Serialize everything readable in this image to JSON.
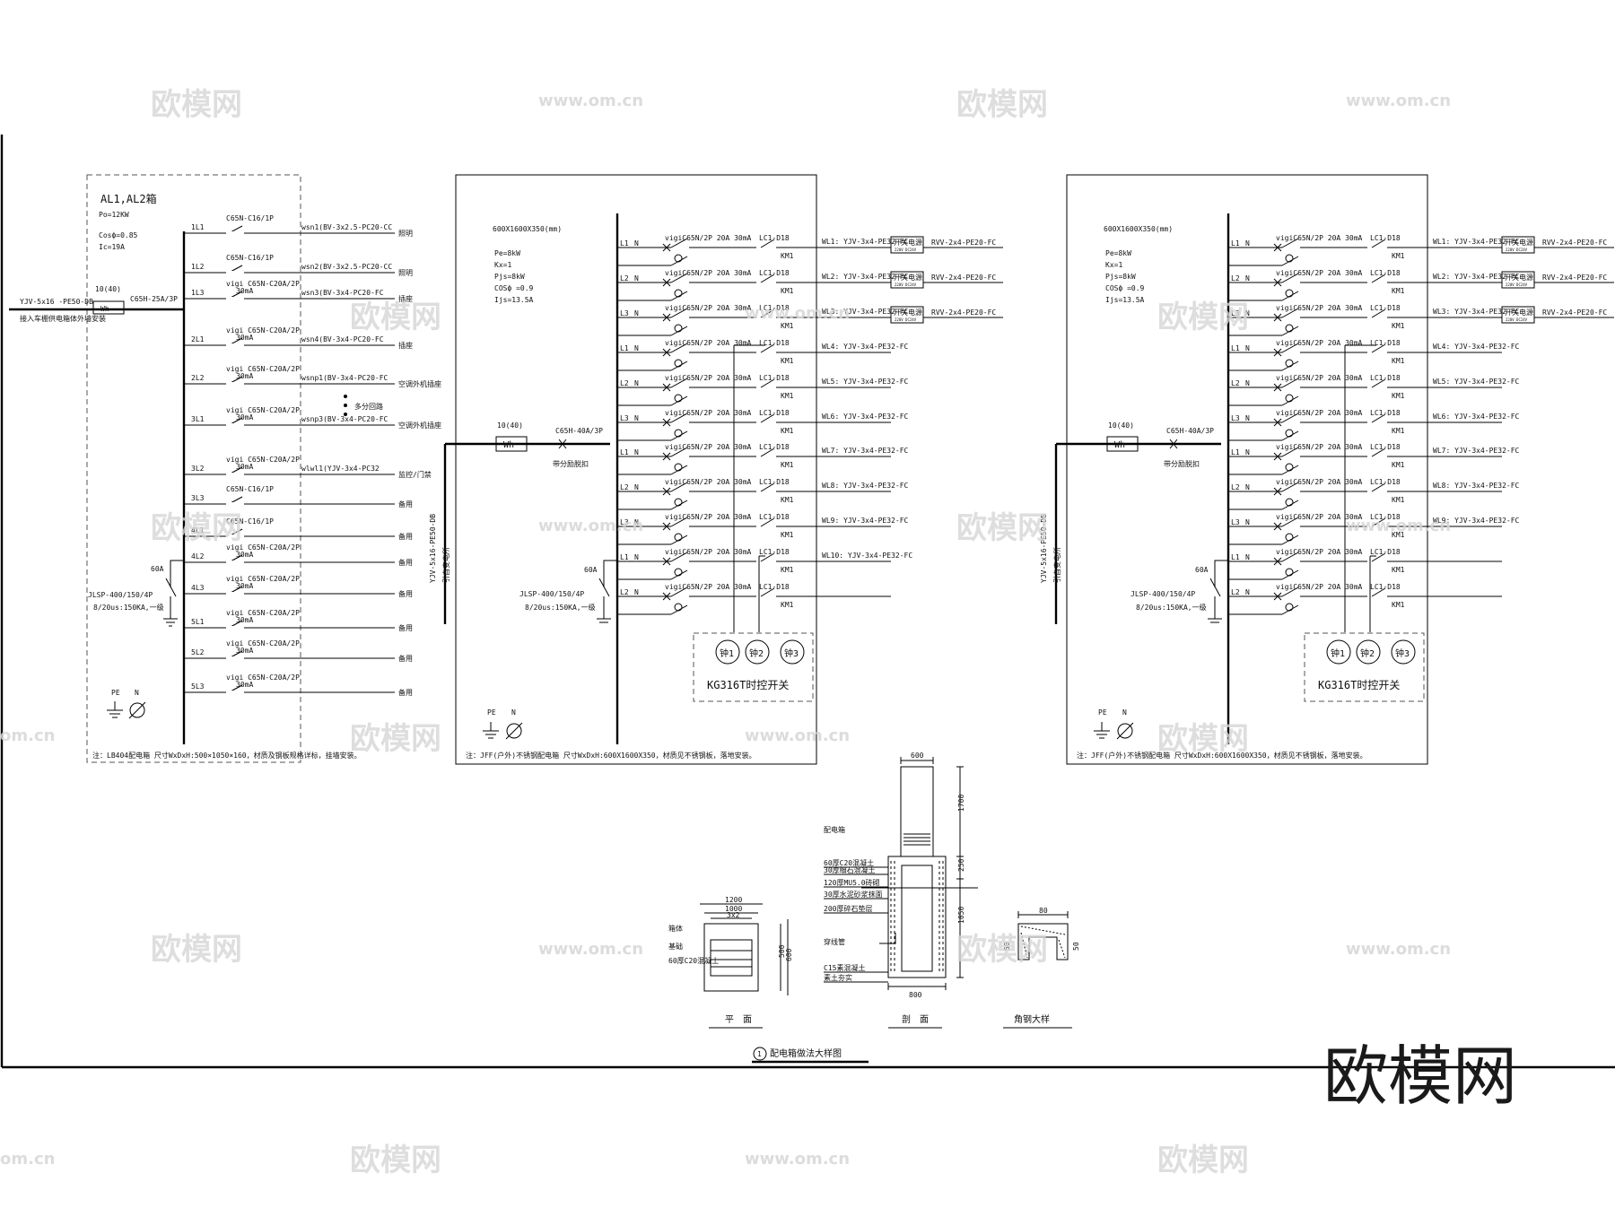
{
  "watermarks": {
    "logo_text": "欧模网",
    "url_text": "www.om.cn",
    "url_partial": "om.cn",
    "brand": "欧模网"
  },
  "panel1": {
    "title": "AL1,AL2箱",
    "params": [
      "Po=12KW",
      "Cosф=0.85",
      "Ic=19A"
    ],
    "incoming_cable": "YJV-5x16 -PE50-DB",
    "incoming_note": "接入车棚供电箱体外墙安装",
    "meter": "Wh",
    "meter_rating": "10(40)",
    "main_breaker": "C65H-25A/3P",
    "spd_rating": "60A",
    "spd_model": "JLSP-400/150/4P",
    "spd_spec": "8/20us:150KA,一级",
    "pe": "PE",
    "n": "N",
    "footer": "注：LB404配电箱 尺寸WxDxH:500×1050×160，材质及钢板规格详标，挂墙安装。",
    "circuits": [
      {
        "phase": "1L1",
        "breaker": "C65N-C16/1P",
        "rcd": "",
        "cable": "wsn1(BV-3x2.5-PC20-CC",
        "load": "照明"
      },
      {
        "phase": "1L2",
        "breaker": "C65N-C16/1P",
        "rcd": "",
        "cable": "wsn2(BV-3x2.5-PC20-CC",
        "load": "照明"
      },
      {
        "phase": "1L3",
        "breaker": "vigi C65N-C20A/2P",
        "rcd": "30mA",
        "cable": "wsn3(BV-3x4-PC20-FC",
        "load": "插座"
      },
      {
        "phase": "2L1",
        "breaker": "vigi C65N-C20A/2P",
        "rcd": "30mA",
        "cable": "wsn4(BV-3x4-PC20-FC",
        "load": "插座"
      },
      {
        "phase": "2L2",
        "breaker": "vigi C65N-C20A/2P",
        "rcd": "30mA",
        "cable": "wsnp1(BV-3x4-PC20-FC",
        "load": "空调外机插座"
      },
      {
        "phase": "3L1",
        "breaker": "vigi C65N-C20A/2P",
        "rcd": "30mA",
        "cable": "wsnp3(BV-3x4-PC20-FC",
        "load": "空调外机插座"
      },
      {
        "phase": "3L2",
        "breaker": "vigi C65N-C20A/2P",
        "rcd": "30mA",
        "cable": "wlwl1(YJV-3x4-PC32",
        "load": "监控/门禁"
      },
      {
        "phase": "3L3",
        "breaker": "C65N-C16/1P",
        "rcd": "",
        "cable": "",
        "load": "备用"
      },
      {
        "phase": "4L1",
        "breaker": "C65N-C16/1P",
        "rcd": "",
        "cable": "",
        "load": "备用"
      },
      {
        "phase": "4L2",
        "breaker": "vigi C65N-C20A/2P",
        "rcd": "30mA",
        "cable": "",
        "load": "备用"
      },
      {
        "phase": "4L3",
        "breaker": "vigi C65N-C20A/2P",
        "rcd": "30mA",
        "cable": "",
        "load": "备用"
      },
      {
        "phase": "5L1",
        "breaker": "vigi C65N-C20A/2P",
        "rcd": "30mA",
        "cable": "",
        "load": "备用"
      },
      {
        "phase": "5L2",
        "breaker": "vigi C65N-C20A/2P",
        "rcd": "30mA",
        "cable": "",
        "load": "备用"
      },
      {
        "phase": "5L3",
        "breaker": "vigi C65N-C20A/2P",
        "rcd": "30mA",
        "cable": "",
        "load": "备用"
      }
    ],
    "more_note": "多分回路"
  },
  "panel2": {
    "dims": "600X1600X350(mm)",
    "params": [
      "Pe=8kW",
      "Kx=1",
      "Pjs=8kW",
      "COSф =0.9",
      "Ijs=13.5A"
    ],
    "incoming": "YJV-5x16-PE50-DB",
    "incoming_sub": "引自变电所",
    "meter": "Wh",
    "meter_rating": "10(40)",
    "main_breaker": "C65H-40A/3P",
    "main_note": "带分励脱扣",
    "spd_rating": "60A",
    "spd_model": "JLSP-400/150/4P",
    "spd_spec": "8/20us:150KA,一级",
    "pe": "PE",
    "n": "N",
    "timer_labels": [
      "钟1",
      "钟2",
      "钟3"
    ],
    "timer_title": "KG316T时控开关",
    "footer": "注：JFF(户外)不锈钢配电箱 尺寸WxDxH:600X1600X350，材质见不锈钢板，落地安装。",
    "switch_box_title": "开关电源",
    "switch_box_sub": "220V  DC24V",
    "circuits": [
      {
        "phase": "L1",
        "n": "N",
        "breaker": "vigiC65N/2P 20A 30mA",
        "contactor": "LC1-D18",
        "km": "KM1",
        "cable": "WL1: YJV-3x4-PE32-FC",
        "psu": true,
        "out": "RVV-2x4-PE20-FC"
      },
      {
        "phase": "L2",
        "n": "N",
        "breaker": "vigiC65N/2P 20A 30mA",
        "contactor": "LC1-D18",
        "km": "KM1",
        "cable": "WL2: YJV-3x4-PE32-FC",
        "psu": true,
        "out": "RVV-2x4-PE20-FC"
      },
      {
        "phase": "L3",
        "n": "N",
        "breaker": "vigiC65N/2P 20A 30mA",
        "contactor": "LC1-D18",
        "km": "KM1",
        "cable": "WL3: YJV-3x4-PE32-FC",
        "psu": true,
        "out": "RVV-2x4-PE20-FC"
      },
      {
        "phase": "L1",
        "n": "N",
        "breaker": "vigiC65N/2P 20A 30mA",
        "contactor": "LC1-D18",
        "km": "KM1",
        "cable": "WL4: YJV-3x4-PE32-FC",
        "psu": false,
        "out": ""
      },
      {
        "phase": "L2",
        "n": "N",
        "breaker": "vigiC65N/2P 20A 30mA",
        "contactor": "LC1-D18",
        "km": "KM1",
        "cable": "WL5: YJV-3x4-PE32-FC",
        "psu": false,
        "out": ""
      },
      {
        "phase": "L3",
        "n": "N",
        "breaker": "vigiC65N/2P 20A 30mA",
        "contactor": "LC1-D18",
        "km": "KM1",
        "cable": "WL6: YJV-3x4-PE32-FC",
        "psu": false,
        "out": ""
      },
      {
        "phase": "L1",
        "n": "N",
        "breaker": "vigiC65N/2P 20A 30mA",
        "contactor": "LC1-D18",
        "km": "KM1",
        "cable": "WL7: YJV-3x4-PE32-FC",
        "psu": false,
        "out": ""
      },
      {
        "phase": "L2",
        "n": "N",
        "breaker": "vigiC65N/2P 20A 30mA",
        "contactor": "LC1-D18",
        "km": "KM1",
        "cable": "WL8: YJV-3x4-PE32-FC",
        "psu": false,
        "out": ""
      },
      {
        "phase": "L3",
        "n": "N",
        "breaker": "vigiC65N/2P 20A 30mA",
        "contactor": "LC1-D18",
        "km": "KM1",
        "cable": "WL9: YJV-3x4-PE32-FC",
        "psu": false,
        "out": ""
      },
      {
        "phase": "L1",
        "n": "N",
        "breaker": "vigiC65N/2P 20A 30mA",
        "contactor": "LC1-D18",
        "km": "KM1",
        "cable": "WL10: YJV-3x4-PE32-FC",
        "psu": false,
        "out": ""
      },
      {
        "phase": "L2",
        "n": "N",
        "breaker": "vigiC65N/2P 20A 30mA",
        "contactor": "LC1-D18",
        "km": "KM1",
        "cable": "",
        "psu": false,
        "out": ""
      }
    ]
  },
  "panel3": {
    "dims": "600X1600X350(mm)",
    "params": [
      "Pe=8kW",
      "Kx=1",
      "Pjs=8kW",
      "COSф =0.9",
      "Ijs=13.5A"
    ],
    "incoming": "YJV-5x16-PE50-DB",
    "incoming_sub": "引自变电所",
    "meter": "Wh",
    "meter_rating": "10(40)",
    "main_breaker": "C65H-40A/3P",
    "main_note": "带分励脱扣",
    "spd_rating": "60A",
    "spd_model": "JLSP-400/150/4P",
    "spd_spec": "8/20us:150KA,一级",
    "pe": "PE",
    "n": "N",
    "timer_labels": [
      "钟1",
      "钟2",
      "钟3"
    ],
    "timer_title": "KG316T时控开关",
    "footer": "注：JFF(户外)不锈钢配电箱 尺寸WxDxH:600X1600X350，材质见不锈钢板，落地安装。",
    "switch_box_title": "开关电源",
    "switch_box_sub": "220V  DC24V",
    "circuits": [
      {
        "phase": "L1",
        "n": "N",
        "breaker": "vigiC65N/2P 20A 30mA",
        "contactor": "LC1-D18",
        "km": "KM1",
        "cable": "WL1: YJV-3x4-PE32-FC",
        "psu": true,
        "out": "RVV-2x4-PE20-FC"
      },
      {
        "phase": "L2",
        "n": "N",
        "breaker": "vigiC65N/2P 20A 30mA",
        "contactor": "LC1-D18",
        "km": "KM1",
        "cable": "WL2: YJV-3x4-PE32-FC",
        "psu": true,
        "out": "RVV-2x4-PE20-FC"
      },
      {
        "phase": "L3",
        "n": "N",
        "breaker": "vigiC65N/2P 20A 30mA",
        "contactor": "LC1-D18",
        "km": "KM1",
        "cable": "WL3: YJV-3x4-PE32-FC",
        "psu": true,
        "out": "RVV-2x4-PE20-FC"
      },
      {
        "phase": "L1",
        "n": "N",
        "breaker": "vigiC65N/2P 20A 30mA",
        "contactor": "LC1-D18",
        "km": "KM1",
        "cable": "WL4: YJV-3x4-PE32-FC",
        "psu": false,
        "out": ""
      },
      {
        "phase": "L2",
        "n": "N",
        "breaker": "vigiC65N/2P 20A 30mA",
        "contactor": "LC1-D18",
        "km": "KM1",
        "cable": "WL5: YJV-3x4-PE32-FC",
        "psu": false,
        "out": ""
      },
      {
        "phase": "L3",
        "n": "N",
        "breaker": "vigiC65N/2P 20A 30mA",
        "contactor": "LC1-D18",
        "km": "KM1",
        "cable": "WL6: YJV-3x4-PE32-FC",
        "psu": false,
        "out": ""
      },
      {
        "phase": "L1",
        "n": "N",
        "breaker": "vigiC65N/2P 20A 30mA",
        "contactor": "LC1-D18",
        "km": "KM1",
        "cable": "WL7: YJV-3x4-PE32-FC",
        "psu": false,
        "out": ""
      },
      {
        "phase": "L2",
        "n": "N",
        "breaker": "vigiC65N/2P 20A 30mA",
        "contactor": "LC1-D18",
        "km": "KM1",
        "cable": "WL8: YJV-3x4-PE32-FC",
        "psu": false,
        "out": ""
      },
      {
        "phase": "L3",
        "n": "N",
        "breaker": "vigiC65N/2P 20A 30mA",
        "contactor": "LC1-D18",
        "km": "KM1",
        "cable": "WL9: YJV-3x4-PE32-FC",
        "psu": false,
        "out": ""
      },
      {
        "phase": "L1",
        "n": "N",
        "breaker": "vigiC65N/2P 20A 30mA",
        "contactor": "LC1-D18",
        "km": "KM1",
        "cable": "",
        "psu": false,
        "out": ""
      },
      {
        "phase": "L2",
        "n": "N",
        "breaker": "vigiC65N/2P 20A 30mA",
        "contactor": "LC1-D18",
        "km": "KM1",
        "cable": "",
        "psu": false,
        "out": ""
      }
    ]
  },
  "detail": {
    "plan_label": "平　面",
    "section_label": "剖　面",
    "angle_label": "角钢大样",
    "title_no": "1",
    "title": "配电箱做法大样图",
    "section_dims": {
      "top": "600",
      "h1": "1700",
      "h2": "250",
      "h3": "1050",
      "bot": "800"
    },
    "plan_dims": {
      "w1": "1200",
      "w2": "1000",
      "w3": "3x2",
      "h": "500",
      "h2": "600"
    },
    "angle_dims": {
      "w": "80",
      "h1": "50",
      "h2": "50"
    },
    "section_notes": [
      "60厚C20混凝土",
      "30厚细石混凝土",
      "120厚MU5.0砖砌",
      "30厚水泥砂浆抹面",
      "200厚碎石垫层",
      "C15素混凝土",
      "素土夯实"
    ],
    "section_side_notes": [
      "配电箱",
      "穿线管",
      "素土夯实"
    ],
    "plan_notes": [
      "箱体",
      "基础",
      "60厚C20混凝土"
    ]
  }
}
